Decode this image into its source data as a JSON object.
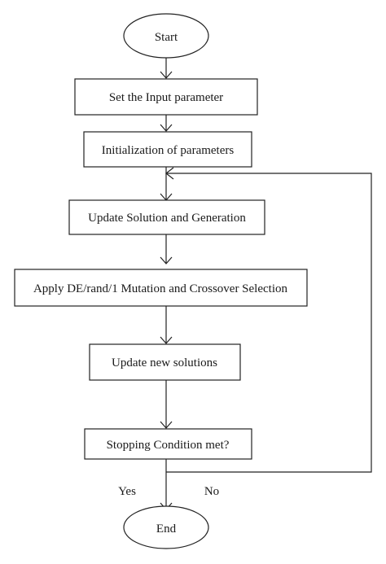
{
  "flowchart": {
    "start": "Start",
    "step_input": "Set the Input parameter",
    "step_init": "Initialization of parameters",
    "step_update": "Update Solution and Generation",
    "step_apply": "Apply DE/rand/1 Mutation and Crossover Selection",
    "step_new": "Update new solutions",
    "decision": "Stopping Condition met?",
    "yes_label": "Yes",
    "no_label": "No",
    "end": "End"
  }
}
